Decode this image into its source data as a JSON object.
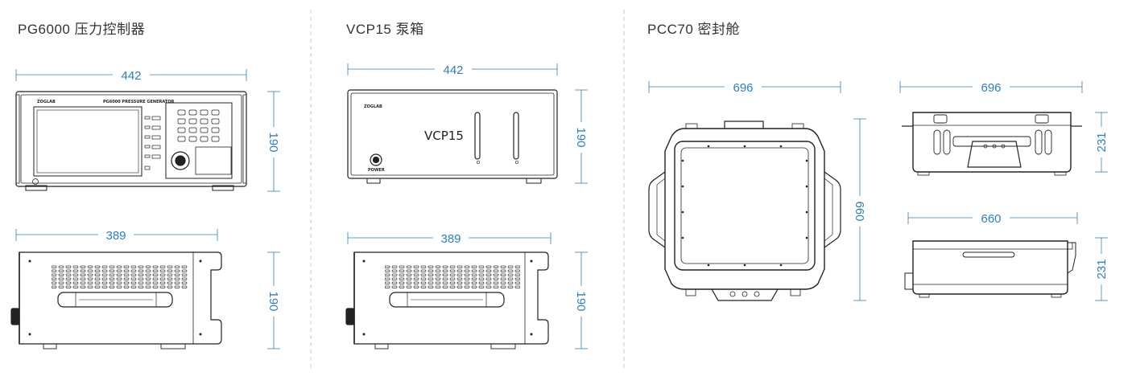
{
  "colors": {
    "dimension": "#2e7fc1",
    "line": "#222222",
    "divider": "#c8c8c8"
  },
  "sections": [
    {
      "title": "PG6000 压力控制器",
      "front": {
        "width": "442",
        "height": "190",
        "brand": "ZOGLAB",
        "model_label": "PG6000 PRESSURE GENERATOR"
      },
      "side": {
        "depth": "389",
        "height": "190"
      }
    },
    {
      "title": "VCP15 泵箱",
      "front": {
        "width": "442",
        "height": "190",
        "brand": "ZOGLAB",
        "model_label": "VCP15",
        "power_label": "POWER"
      },
      "side": {
        "depth": "389",
        "height": "190"
      }
    },
    {
      "title": "PCC70 密封舱",
      "top_view": {
        "width": "696",
        "depth": "660"
      },
      "front": {
        "width": "696",
        "height": "231"
      },
      "side": {
        "depth": "660",
        "height": "231"
      }
    }
  ]
}
